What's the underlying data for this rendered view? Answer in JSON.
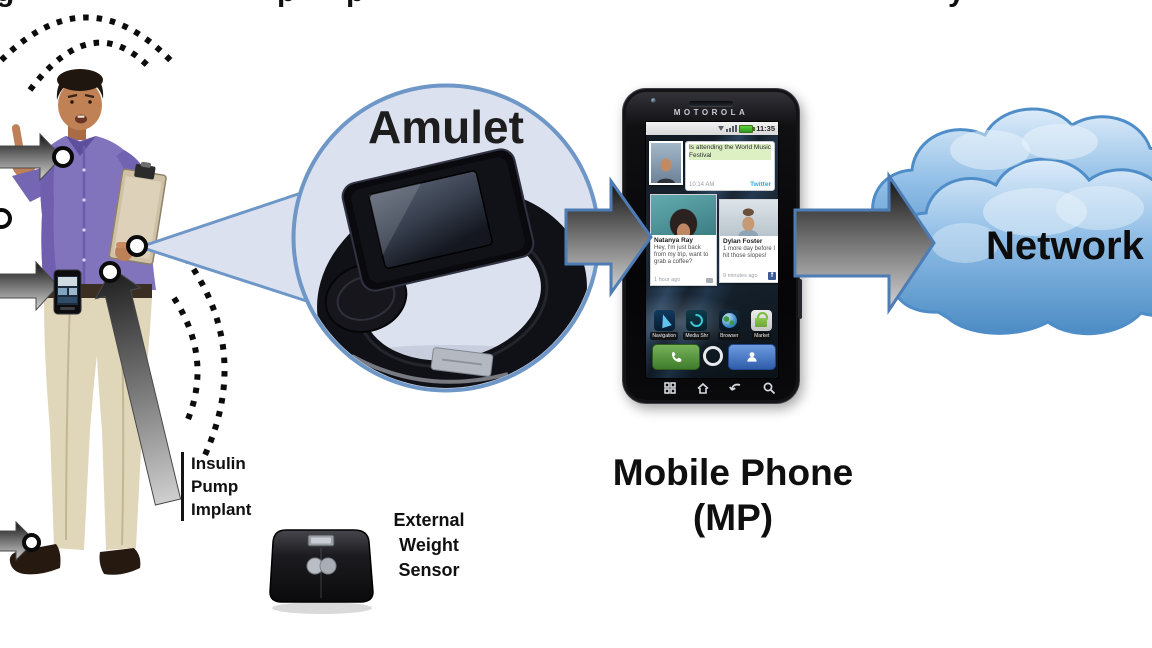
{
  "figure": {
    "caption_fragments": [
      "g",
      "p",
      "p",
      "y"
    ]
  },
  "amulet": {
    "label": "Amulet"
  },
  "insulin_label": {
    "line1": "Insulin",
    "line2": "Pump",
    "line3": "Implant"
  },
  "weight_label": {
    "line1": "External",
    "line2": "Weight",
    "line3": "Sensor"
  },
  "mobile_phone": {
    "brand": "MOTOROLA",
    "status_time": "11:35",
    "widget": {
      "message": "Is attending the World Music Festival",
      "time": "10:14 AM",
      "source": "Twitter"
    },
    "cards": [
      {
        "name": "Natanya Ray",
        "message": "Hey, I'm just back from my trip, want to grab a coffee?",
        "time": "1 hour ago"
      },
      {
        "name": "Dylan Foster",
        "message": "1 more day before I hit those slopes!",
        "time": "9 minutes ago",
        "icon": "f"
      }
    ],
    "apps": [
      {
        "label": "Navigation"
      },
      {
        "label": "Media Shr"
      },
      {
        "label": "Browser"
      },
      {
        "label": "Market"
      }
    ],
    "label_line1": "Mobile Phone",
    "label_line2": "(MP)"
  },
  "network": {
    "label": "Network"
  },
  "colors": {
    "callout_fill": "#dbe1ee",
    "callout_border": "#6e97c8",
    "arrow_outline_blue": "#4e7cb4",
    "cloud_border": "#4e8dc8",
    "twitter_blue": "#35a8dc",
    "facebook_blue": "#3b5a98",
    "battery_green": "#4fc62f"
  }
}
